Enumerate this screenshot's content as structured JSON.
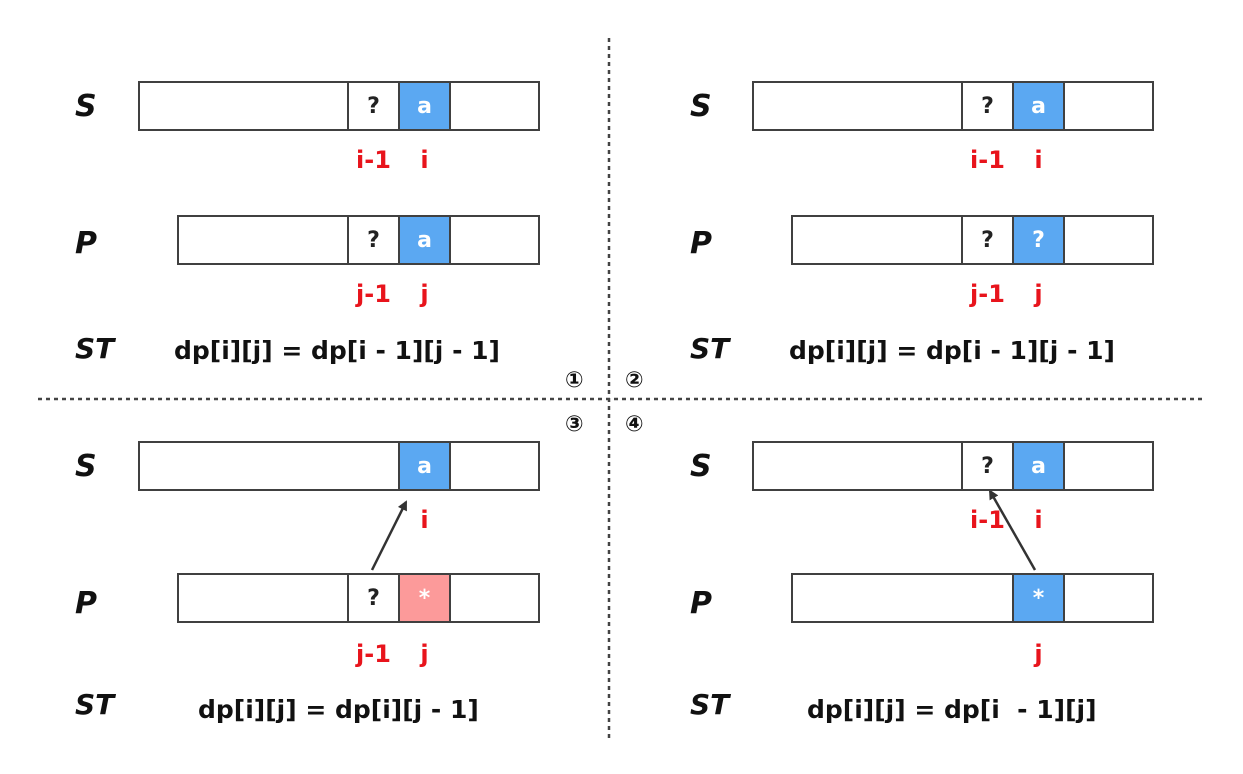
{
  "quadrants": [
    {
      "marker": "①",
      "s_label": "S",
      "p_label": "P",
      "st_label": "ST",
      "s_cells": [
        "?",
        "a"
      ],
      "s_indices": [
        "i-1",
        "i"
      ],
      "p_cells": [
        "?",
        "a"
      ],
      "p_indices": [
        "j-1",
        "j"
      ],
      "formula": "dp[i][j] = dp[i - 1][j - 1]"
    },
    {
      "marker": "②",
      "s_label": "S",
      "p_label": "P",
      "st_label": "ST",
      "s_cells": [
        "?",
        "a"
      ],
      "s_indices": [
        "i-1",
        "i"
      ],
      "p_cells": [
        "?",
        "?"
      ],
      "p_indices": [
        "j-1",
        "j"
      ],
      "formula": "dp[i][j] = dp[i - 1][j - 1]"
    },
    {
      "marker": "③",
      "s_label": "S",
      "p_label": "P",
      "st_label": "ST",
      "s_cells": [
        "a"
      ],
      "s_indices": [
        "i"
      ],
      "p_cells": [
        "?",
        "*"
      ],
      "p_indices": [
        "j-1",
        "j"
      ],
      "formula": "dp[i][j] = dp[i][j - 1]"
    },
    {
      "marker": "④",
      "s_label": "S",
      "p_label": "P",
      "st_label": "ST",
      "s_cells": [
        "?",
        "a"
      ],
      "s_indices": [
        "i-1",
        "i"
      ],
      "p_cells": [
        "*"
      ],
      "p_indices": [
        "j"
      ],
      "formula": "dp[i][j] = dp[i  - 1][j]"
    }
  ],
  "colors": {
    "match_blue": "#5ba8f2",
    "star_pink": "#fc9a9a",
    "index_red": "#e8141c",
    "border": "#404040"
  }
}
